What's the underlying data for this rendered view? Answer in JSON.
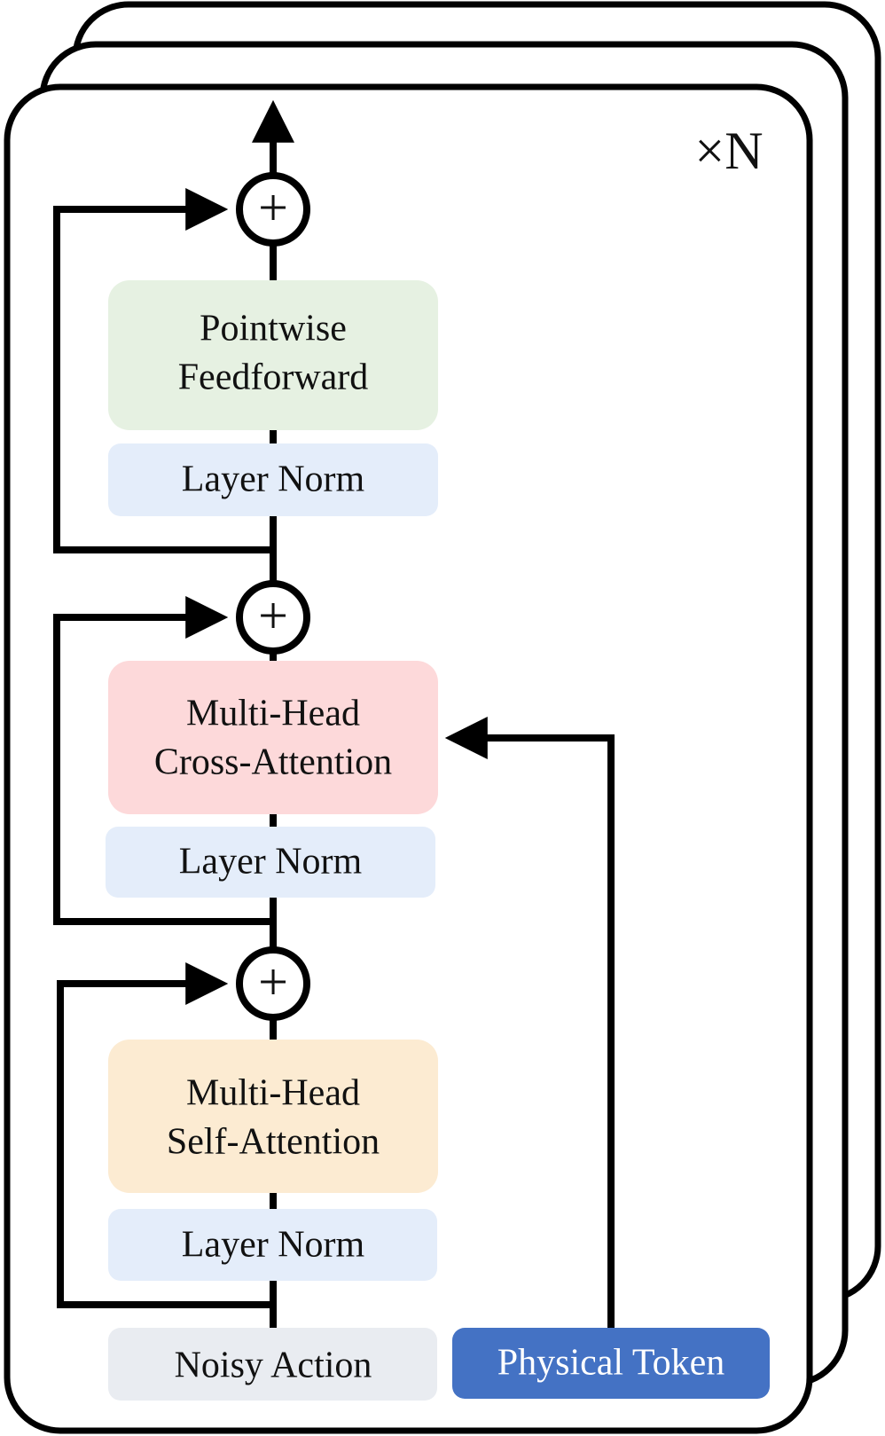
{
  "stack_multiplier": "×N",
  "blocks": {
    "feedforward": {
      "line1": "Pointwise",
      "line2": "Feedforward",
      "color": "#e6f1e2"
    },
    "norm_top": {
      "label": "Layer Norm",
      "color": "#e4edfa"
    },
    "cross_attention": {
      "line1": "Multi-Head",
      "line2": "Cross-Attention",
      "color": "#fdd9da"
    },
    "norm_mid": {
      "label": "Layer Norm",
      "color": "#e4edfa"
    },
    "self_attention": {
      "line1": "Multi-Head",
      "line2": "Self-Attention",
      "color": "#fcebd2"
    },
    "norm_bottom": {
      "label": "Layer Norm",
      "color": "#e4edfa"
    }
  },
  "inputs": {
    "noisy_action": {
      "label": "Noisy Action",
      "color": "#e9ecf1"
    },
    "physical_token": {
      "label": "Physical Token",
      "color": "#4472c4"
    }
  },
  "adders": {
    "symbol": "+"
  }
}
